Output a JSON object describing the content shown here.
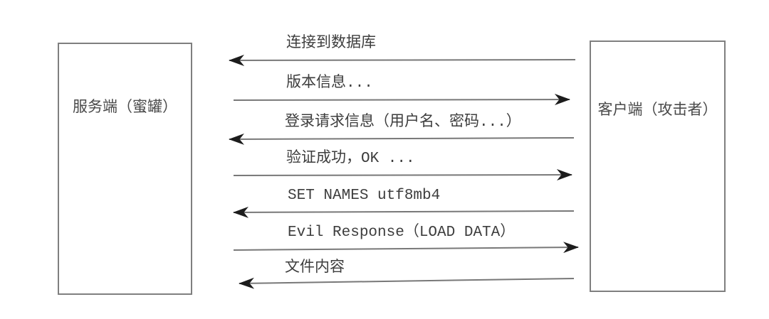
{
  "diagram": {
    "nodes": {
      "server": {
        "label": "服务端（蜜罐）"
      },
      "client": {
        "label": "客户端（攻击者）"
      }
    },
    "messages": [
      {
        "label": "连接到数据库",
        "direction": "to-server"
      },
      {
        "label": "版本信息...",
        "direction": "to-client"
      },
      {
        "label": "登录请求信息（用户名、密码...）",
        "direction": "to-server"
      },
      {
        "label": "验证成功，OK ...",
        "direction": "to-client"
      },
      {
        "label": "SET NAMES utf8mb4",
        "direction": "to-server"
      },
      {
        "label": "Evil Response（LOAD DATA）",
        "direction": "to-client"
      },
      {
        "label": "文件内容",
        "direction": "to-server"
      }
    ],
    "colors": {
      "background": "#ffffff",
      "line": "#787878",
      "arrowhead": "#1c1c1c",
      "box_border": "#7f7f7f",
      "text": "#3d3d3d"
    }
  }
}
